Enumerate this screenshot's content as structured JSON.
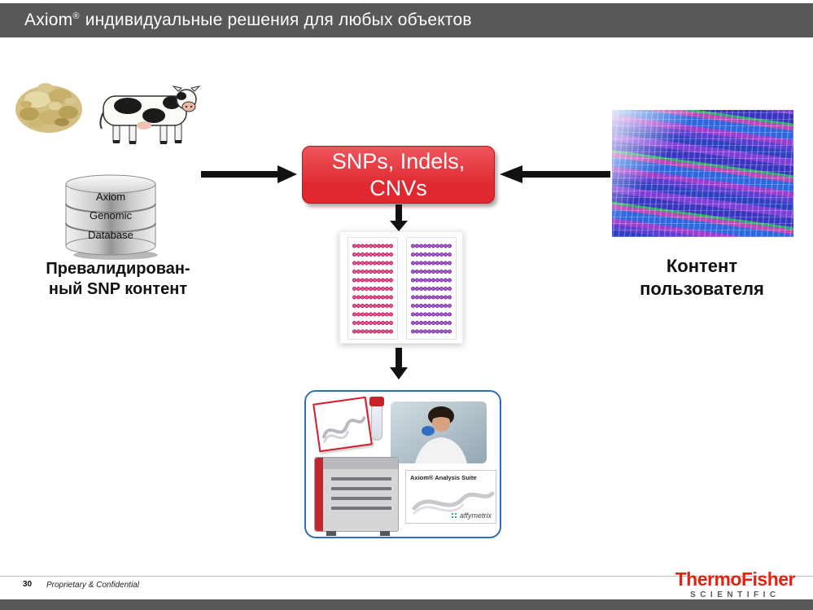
{
  "header": {
    "product": "Axiom",
    "registered": "®",
    "title": " индивидуальные решения для любых объектов"
  },
  "left_panel": {
    "database": [
      "Axiom",
      "Genomic",
      "Database"
    ],
    "caption_line1": "Превалидирован-",
    "caption_line2": "ный SNP контент"
  },
  "center": {
    "box_line1": "SNPs, Indels,",
    "box_line2": "CNVs"
  },
  "right_panel": {
    "caption_line1": "Контент",
    "caption_line2": "пользователя"
  },
  "collage": {
    "software_title": "Axiom® Analysis Suite",
    "software_brand": "affymetrix"
  },
  "footer": {
    "page_number": "30",
    "note": "Proprietary & Confidential",
    "brand_name": "ThermoFisher",
    "brand_subtitle": "SCIENTIFIC"
  },
  "colors": {
    "header_bar": "#58585a",
    "accent_red": "#df2830",
    "collage_border": "#2f6eb5",
    "brand_red": "#e42313",
    "footer_bar": "#58585a"
  },
  "icons": {
    "left_images": [
      "wheat-image",
      "cow-image",
      "database-cylinder-icon"
    ],
    "arrows": [
      "arrow-right-icon",
      "arrow-left-icon",
      "arrow-down-icon",
      "arrow-down-icon"
    ],
    "right_image": "dna-sequencing-image",
    "center_image": "microarray-plates-image",
    "collage_items": [
      "array-chip-image",
      "sample-tube-image",
      "scientist-image",
      "instrument-image",
      "analysis-software-image"
    ]
  }
}
